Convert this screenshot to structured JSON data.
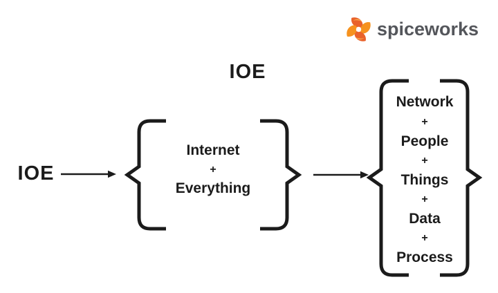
{
  "page": {
    "background_color": "#ffffff",
    "text_color": "#1b1b1b"
  },
  "logo": {
    "brand": "spiceworks",
    "icon": "spiceworks-swirl-icon",
    "text_color": "#54565b",
    "orange_dark": "#e9622a",
    "orange_light": "#f6921e"
  },
  "diagram": {
    "title": "IOE",
    "source_label": "IOE",
    "middle_group": {
      "items": [
        "Internet",
        "+",
        "Everything"
      ]
    },
    "right_group": {
      "items": [
        "Network",
        "+",
        "People",
        "+",
        "Things",
        "+",
        "Data",
        "+",
        "Process"
      ]
    }
  }
}
